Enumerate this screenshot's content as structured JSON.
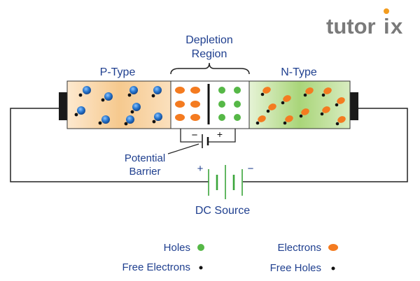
{
  "logo": {
    "text_before_i": "tutor",
    "text_after_i": "x",
    "i_letter": "i",
    "color": "#7a7a7a",
    "accent_color": "#f39c1e"
  },
  "diagram": {
    "depletion_label_line1": "Depletion",
    "depletion_label_line2": "Region",
    "p_type_label": "P-Type",
    "n_type_label": "N-Type",
    "barrier_minus": "−",
    "barrier_plus": "+",
    "potential_barrier_line1": "Potential",
    "potential_barrier_line2": "Barrier",
    "battery_plus": "+",
    "battery_minus": "−",
    "dc_source_label": "DC Source"
  },
  "legend": {
    "holes": "Holes",
    "electrons": "Electrons",
    "free_electrons": "Free Electrons",
    "free_holes": "Free Holes"
  },
  "colors": {
    "label_blue": "#1f3f8f",
    "hole_green": "#56b847",
    "electron_orange": "#f47b20",
    "atom_blue": "#1f6fc4",
    "battery_green": "#3aa53a",
    "p_region": "#f9d6a8",
    "n_region": "#b9dd8e",
    "wire": "#222222"
  }
}
